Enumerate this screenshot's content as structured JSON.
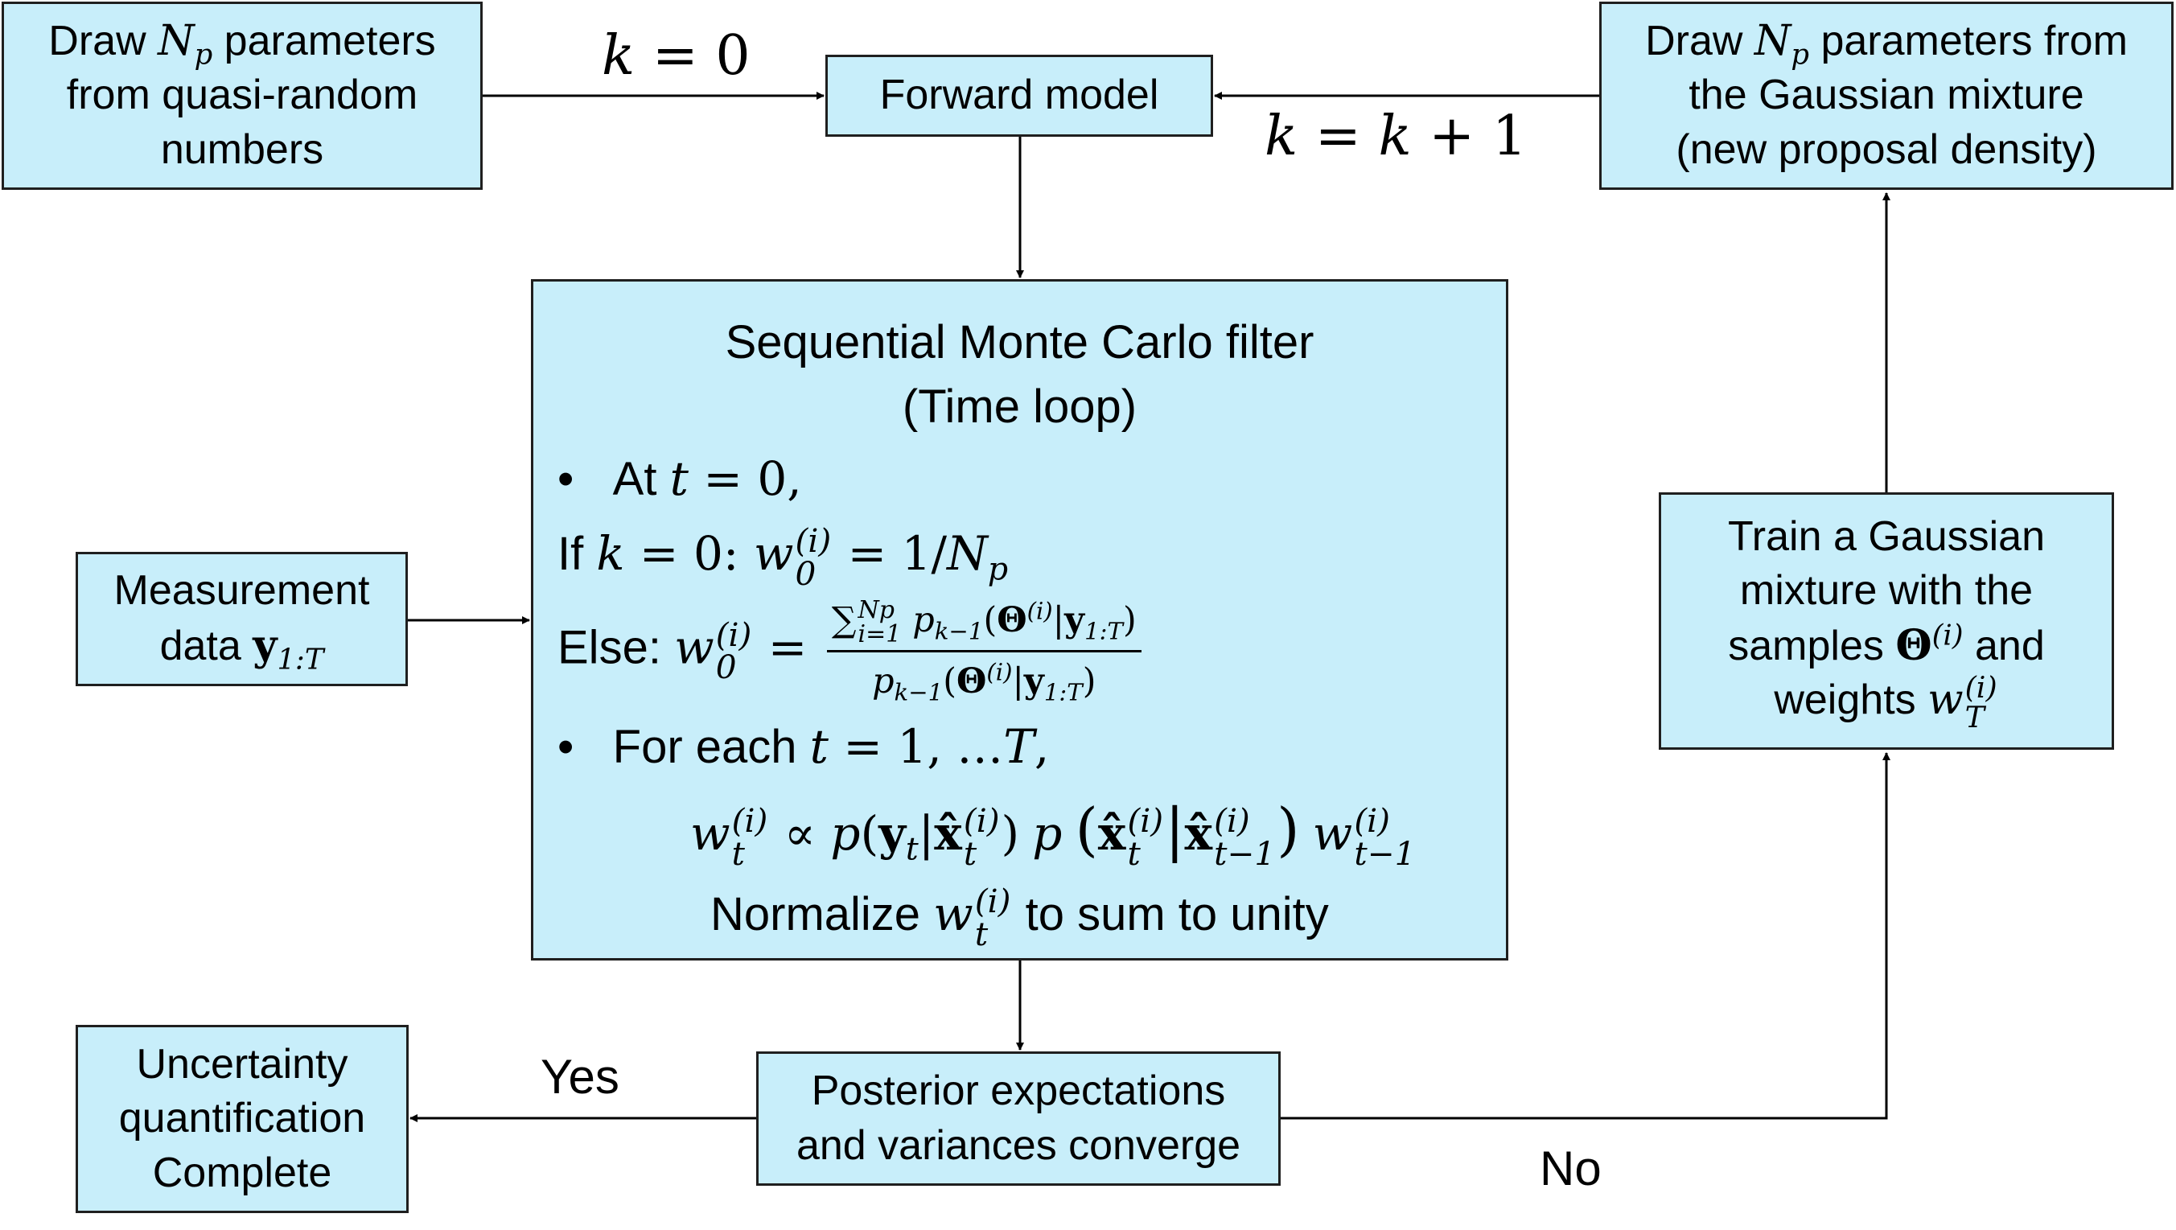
{
  "boxes": {
    "draw_qr": {
      "l1a": "Draw ",
      "l1b": "N",
      "l1c": "p",
      "l1d": " parameters",
      "l2": "from quasi-random",
      "l3": "numbers"
    },
    "forward": {
      "label": "Forward model"
    },
    "draw_gm": {
      "l1a": "Draw ",
      "l1b": "N",
      "l1c": "p",
      "l1d": " parameters from",
      "l2": "the Gaussian mixture",
      "l3": "(new proposal density)"
    },
    "smc": {
      "title1": "Sequential Monte Carlo filter",
      "title2": "(Time loop)",
      "b1_bullet": "•",
      "b1_text": "At ",
      "b1_t": "t",
      "b1_eq": " = 0,",
      "if_text": "If ",
      "if_k": "k",
      "if_eq": " = 0: ",
      "if_w": "w",
      "if_sup": "(i)",
      "if_sub": "0",
      "if_rhs": " = 1/",
      "if_N": "N",
      "if_Nsub": "p",
      "else_text": "Else: ",
      "else_w": "w",
      "else_sup": "(i)",
      "else_sub": "0",
      "else_eq": " = ",
      "else_num": "∑ p(Θ|y)",
      "else_den": "p(Θ|y)",
      "num_sum": "∑",
      "num_sup": "Np",
      "num_sub": "i=1",
      "num_p": "p",
      "num_psub": "k−1",
      "num_theta": "Θ",
      "num_thsup": "(i)",
      "num_y": "y",
      "num_ysub": "1:T",
      "den_p": "p",
      "den_psub": "k−1",
      "den_theta": "Θ",
      "den_thsup": "(i)",
      "den_y": "y",
      "den_ysub": "1:T",
      "b2_bullet": "•",
      "b2_text": "For each ",
      "b2_t": "t",
      "b2_eq": "  =  1, …",
      "b2_T": "T",
      "b2_c": ",",
      "upd_w": "w",
      "upd_sup": "(i)",
      "upd_sub": "t",
      "upd_prop": " ∝ ",
      "upd_p1": "p",
      "upd_y": "y",
      "upd_ysub": "t",
      "upd_x": "x̂",
      "upd_xsup": "(i)",
      "upd_xsub": "t",
      "upd_p2": "p",
      "upd_x2": "x̂",
      "upd_x2sup": "(i)",
      "upd_x2sub": "t",
      "upd_x3": "x̂",
      "upd_x3sup": "(i)",
      "upd_x3sub": "t−1",
      "upd_w2": "w",
      "upd_w2sup": "(i)",
      "upd_w2sub": "t−1",
      "norm_a": "Normalize ",
      "norm_w": "w",
      "norm_sup": "(i)",
      "norm_sub": "t",
      "norm_b": " to sum to unity"
    },
    "measurement": {
      "l1": "Measurement",
      "l2a": "data ",
      "l2b": "y",
      "l2c": "1:T"
    },
    "train": {
      "l1": "Train a Gaussian",
      "l2": "mixture with the",
      "l3a": "samples ",
      "l3b": "Θ",
      "l3c": "(i)",
      "l3d": " and",
      "l4a": "weights ",
      "l4b": "w",
      "l4sup": "(i)",
      "l4sub": "T"
    },
    "posterior": {
      "l1": "Posterior expectations",
      "l2": "and variances converge"
    },
    "uq": {
      "l1": "Uncertainty",
      "l2": "quantification",
      "l3": "Complete"
    }
  },
  "labels": {
    "k0_k": "k",
    "k0_eq": " = 0",
    "kk1_k": "k",
    "kk1_eq": " = ",
    "kk1_k2": "k",
    "kk1_plus": " + 1",
    "yes": "Yes",
    "no": "No"
  },
  "colors": {
    "box_fill": "#c8eefa",
    "stroke": "#1f1f1f"
  }
}
